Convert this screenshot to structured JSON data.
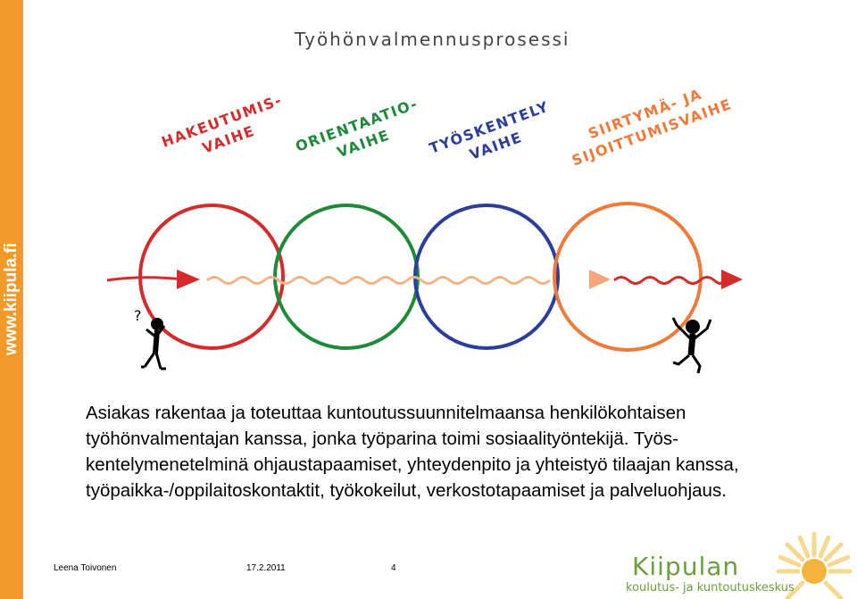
{
  "sidebar": {
    "url": "www.kiipula.fi"
  },
  "title": "Työhönvalmennusprosessi",
  "phases": [
    {
      "line1": "HAKEUTUMIS-",
      "line2": "VAIHE",
      "color": "#d42c2c"
    },
    {
      "line1": "ORIENTAATIO-",
      "line2": "VAIHE",
      "color": "#1f8a3a"
    },
    {
      "line1": "TYÖSKENTELY",
      "line2": "VAIHE",
      "color": "#2b3f9a"
    },
    {
      "line1": "SIIRTYMÄ- JA",
      "line2": "SIJOITTUMISVAIHE",
      "color": "#ef7a3a"
    }
  ],
  "body_text": "Asiakas rakentaa ja toteuttaa kuntoutussuunnitelmaansa henkilökohtaisen työhönvalmentajan kanssa, jonka työparina toimi sosiaalityöntekijä. Työs-kentelymenetelminä ohjaustapaamiset, yhteydenpito ja yhteistyö tilaajan kanssa, työpaikka-/oppilaitoskontaktit, työkokeilut, verkostotapaamiset ja palveluohjaus.",
  "footer": {
    "author": "Leena Toivonen",
    "date": "17.2.2011",
    "page": "4"
  },
  "logo": {
    "name": "Kiipulan",
    "subtitle": "koulutus- ja kuntoutuskeskus"
  },
  "colors": {
    "sidebar": "#f29a29",
    "logo": "#6d9f3c",
    "arrow": "#d42c2c"
  }
}
